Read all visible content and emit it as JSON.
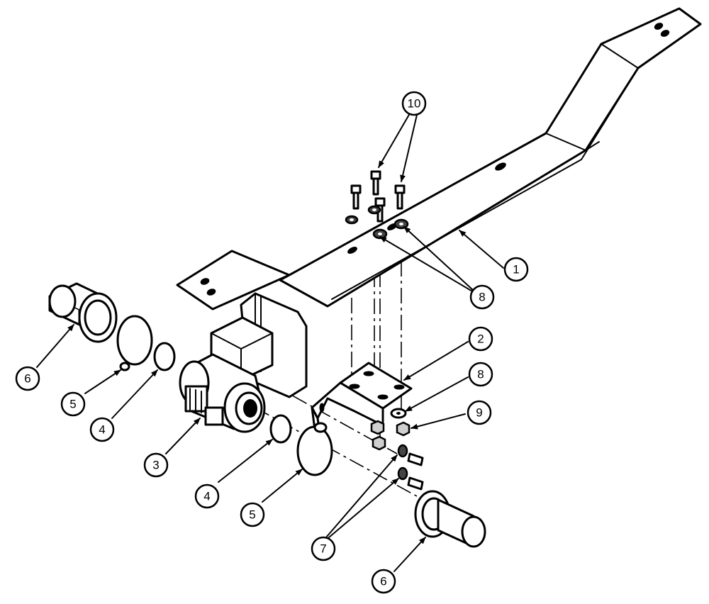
{
  "callouts": [
    {
      "id": "c10",
      "label": "10"
    },
    {
      "id": "c1",
      "label": "1"
    },
    {
      "id": "c8a",
      "label": "8"
    },
    {
      "id": "c2",
      "label": "2"
    },
    {
      "id": "c8b",
      "label": "8"
    },
    {
      "id": "c9",
      "label": "9"
    },
    {
      "id": "c6a",
      "label": "6"
    },
    {
      "id": "c5a",
      "label": "5"
    },
    {
      "id": "c4a",
      "label": "4"
    },
    {
      "id": "c3",
      "label": "3"
    },
    {
      "id": "c4b",
      "label": "4"
    },
    {
      "id": "c5b",
      "label": "5"
    },
    {
      "id": "c7",
      "label": "7"
    },
    {
      "id": "c6b",
      "label": "6"
    }
  ]
}
